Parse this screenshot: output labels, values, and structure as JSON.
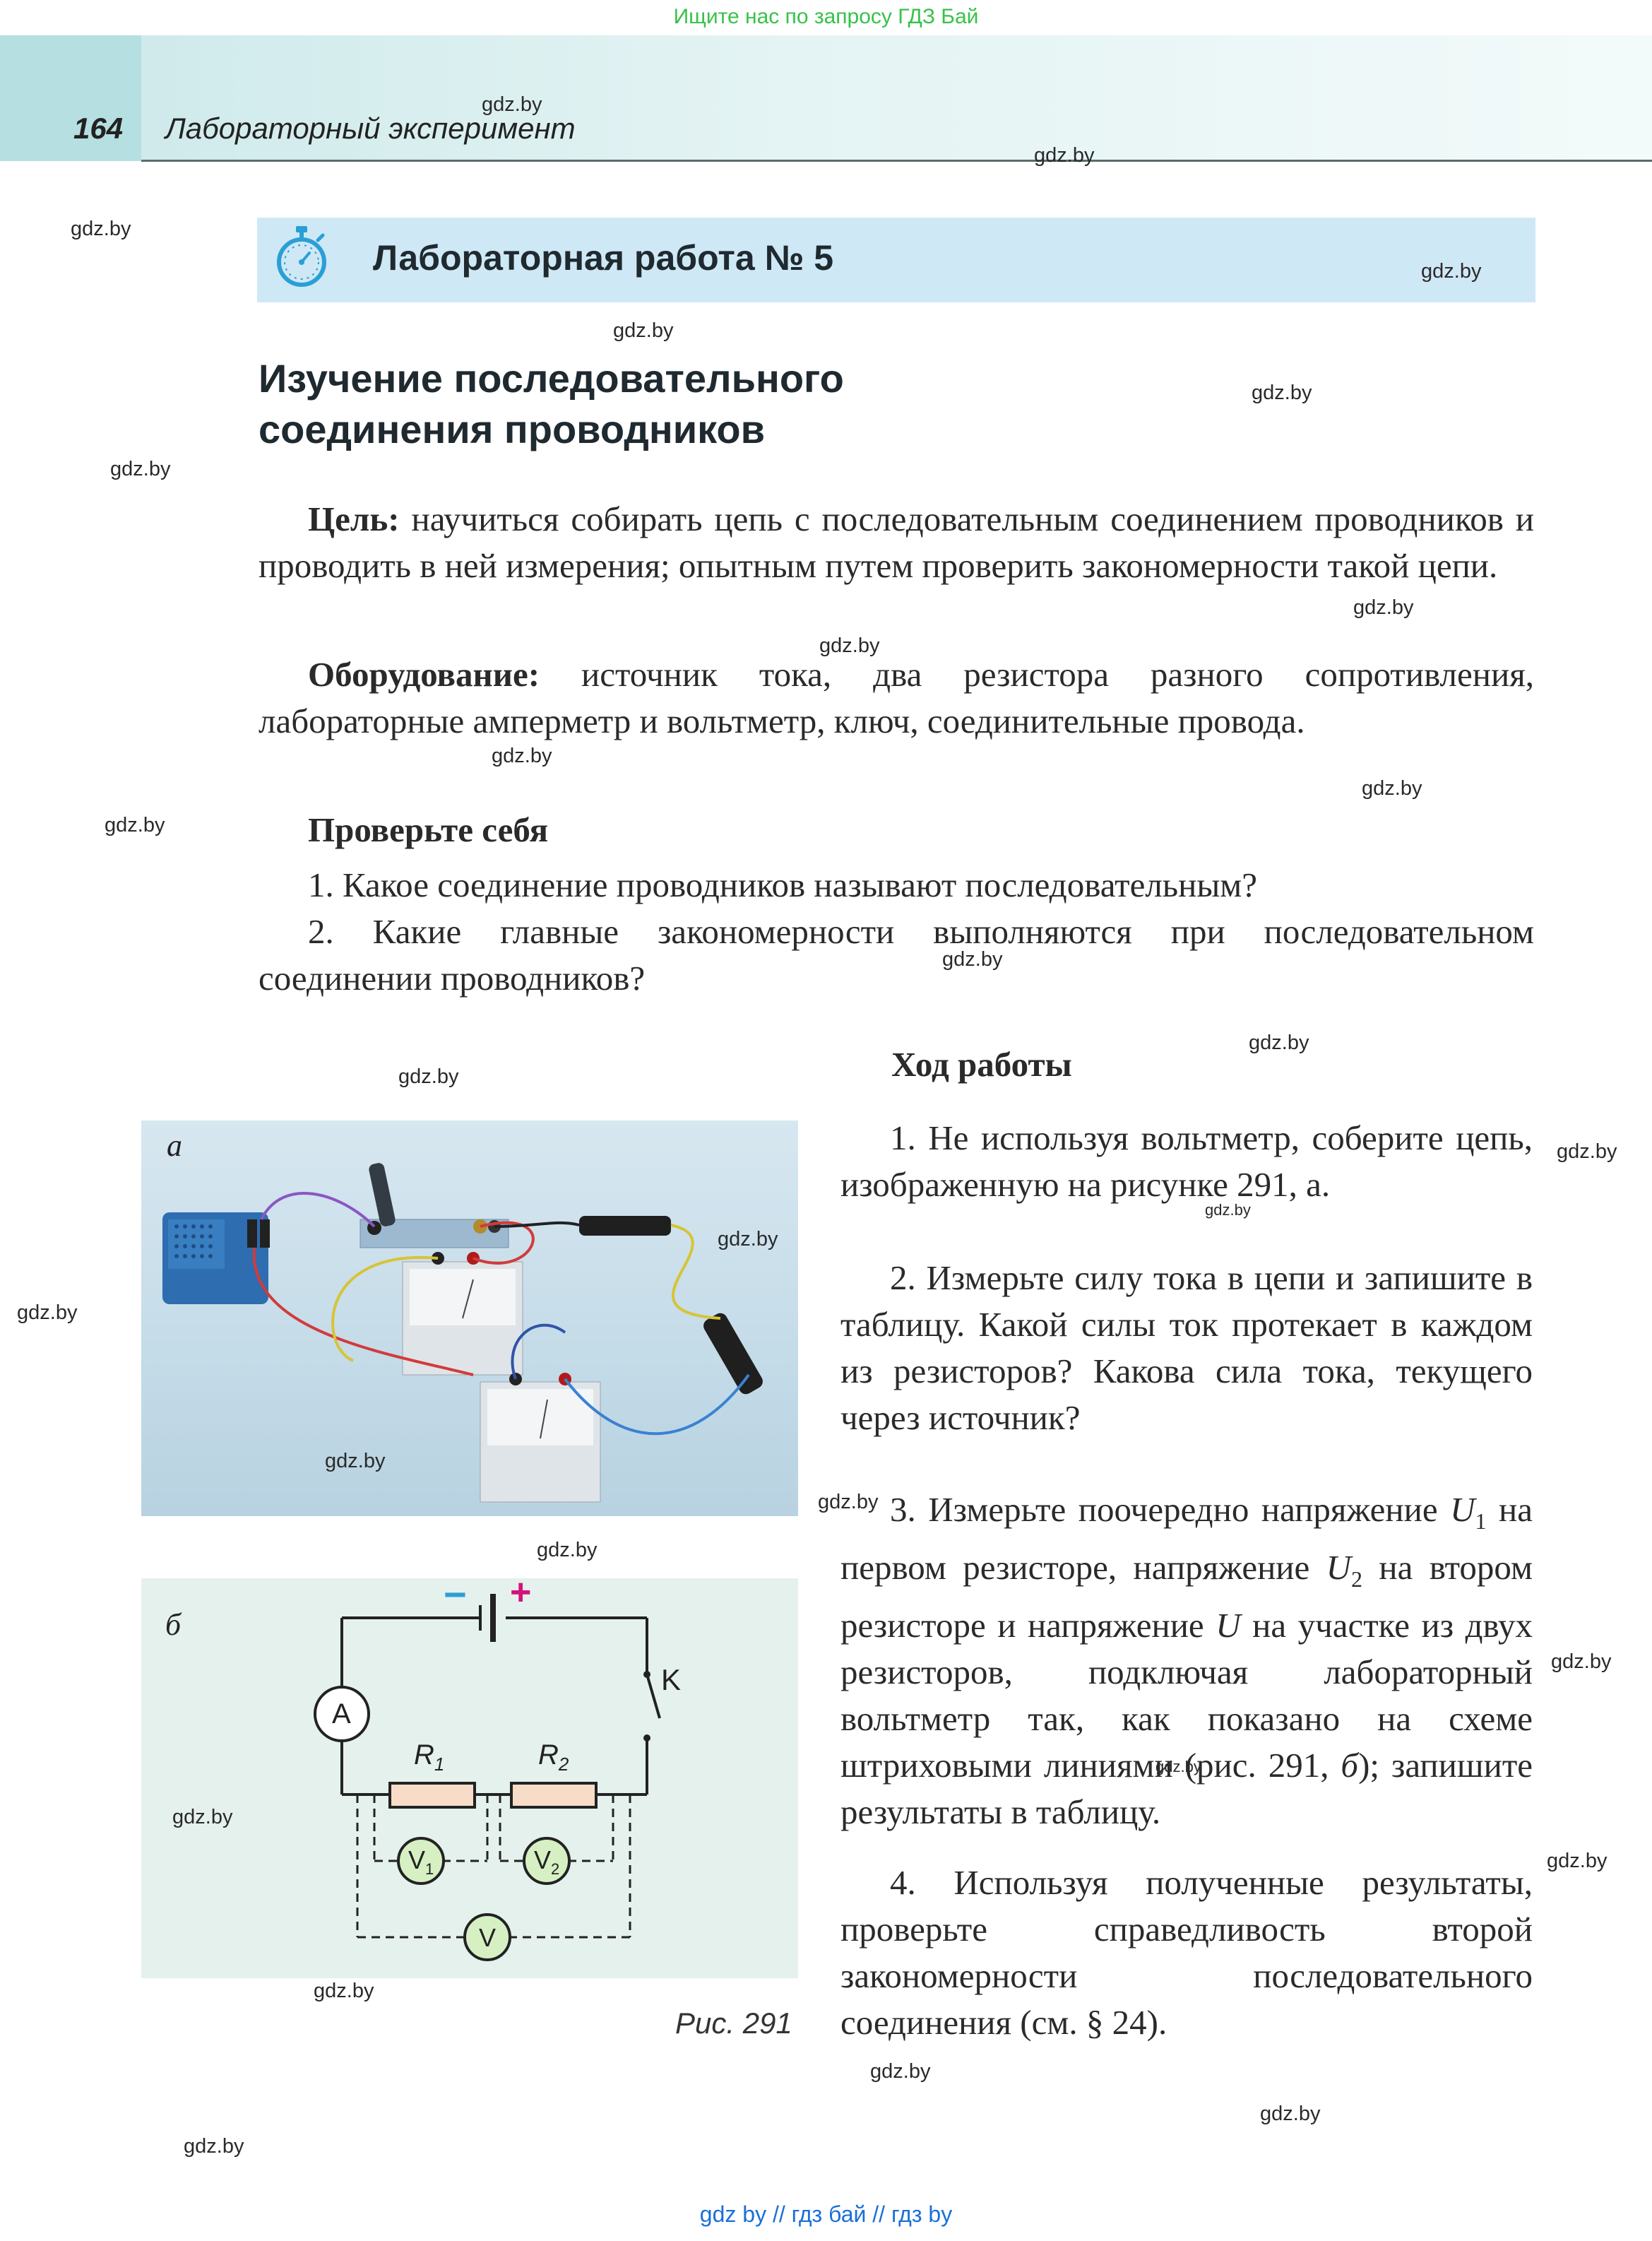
{
  "top_banner": "Ищите нас по запросу ГДЗ Бай",
  "header": {
    "page_number": "164",
    "running_head": "Лабораторный эксперимент"
  },
  "lab_title": "Лабораторная работа № 5",
  "title_lines": [
    "Изучение последовательного",
    "соединения проводников"
  ],
  "goal": {
    "label": "Цель:",
    "text": " научиться собирать цепь с последовательным соединением проводников и проводить в ней измерения; опытным путем проверить закономерности такой цепи."
  },
  "equipment": {
    "label": "Оборудование:",
    "text": " источник тока, два резистора разного сопротивления, лабораторные амперметр и вольтметр, ключ, соединительные провода."
  },
  "check": {
    "heading": "Проверьте себя",
    "q1": "1. Какое соединение проводников называют последовательным?",
    "q2": "2. Какие главные закономерности выполняются при последовательном соединении проводников?"
  },
  "procedure": {
    "heading": "Ход работы",
    "step1": "1. Не используя вольтметр, соберите цепь, изображенную на рисунке 291, а.",
    "step2": "2. Измерьте силу тока в цепи и запишите в таблицу. Какой силы ток протекает в каждом из резисторов? Какова сила тока, текущего через источник?",
    "step3_a": "3. Измерьте поочередно напряжение ",
    "step3_u1": "U",
    "step3_u1_sub": "1",
    "step3_b": " на первом резисторе, напряжение ",
    "step3_u2": "U",
    "step3_u2_sub": "2",
    "step3_c": " на втором резисторе и напряжение ",
    "step3_u": "U",
    "step3_d": " на участке из двух резисторов, подключая лабораторный вольтметр так, как показано на схеме штриховыми линиями (рис. 291, ",
    "step3_b_letter": "б",
    "step3_e": "); запишите результаты в таблицу.",
    "step4": "4. Используя полученные результаты, проверьте справедливость второй закономерности последовательного соединения (см. § 24)."
  },
  "figure": {
    "label_a": "а",
    "label_b": "б",
    "caption": "Рис. 291",
    "minus": "−",
    "plus": "+",
    "ammeter": "A",
    "key": "K",
    "r1": "R",
    "r1_sub": "1",
    "r2": "R",
    "r2_sub": "2",
    "v1": "V",
    "v1_sub": "1",
    "v2": "V",
    "v2_sub": "2",
    "v": "V"
  },
  "watermark": "gdz.by",
  "bottom_line": "gdz by  //  гдз бай  //  гдз by",
  "colors": {
    "banner_green": "#37c24a",
    "lab_band": "#cfe8f5",
    "icon_blue": "#2a9fd6",
    "minus_blue": "#2a9fd6",
    "plus_magenta": "#d4127c",
    "bottom_link": "#1a6fd8"
  }
}
